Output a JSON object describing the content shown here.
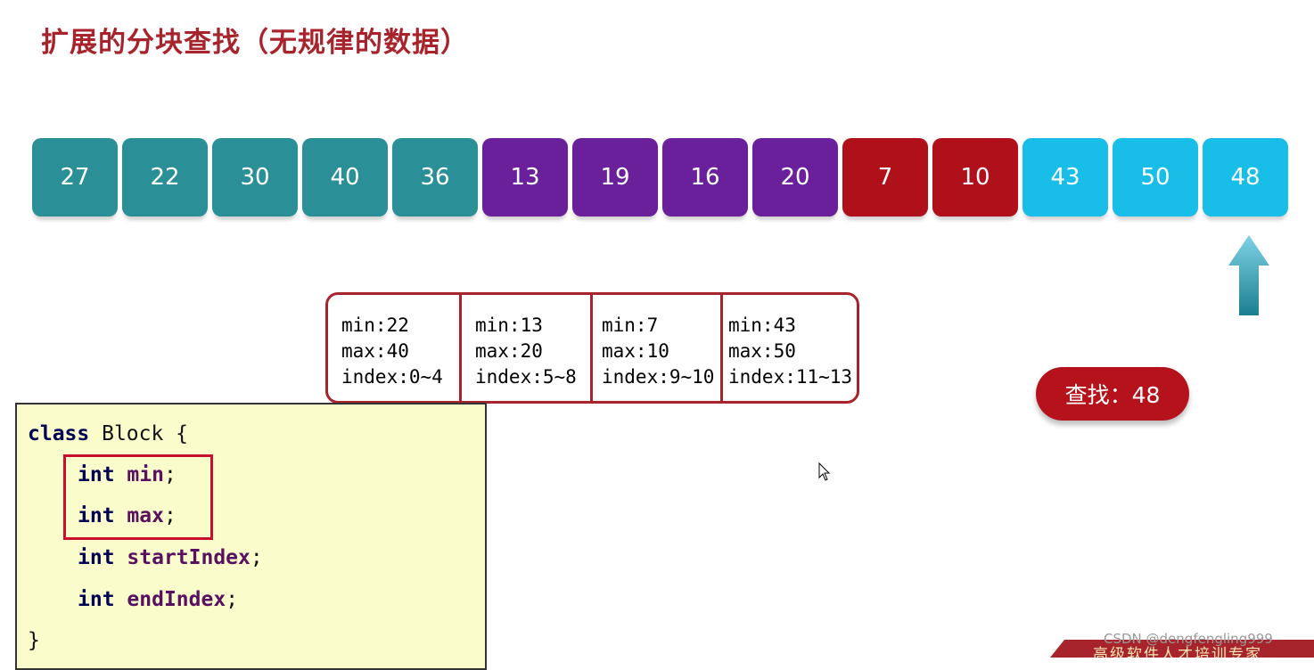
{
  "title": "扩展的分块查找（无规律的数据）",
  "colors": {
    "teal": "#2b8f98",
    "purple": "#6a209a",
    "red": "#b0101a",
    "cyan": "#18bde8",
    "accent": "#a8242c"
  },
  "array": [
    {
      "value": "27",
      "group": "teal"
    },
    {
      "value": "22",
      "group": "teal"
    },
    {
      "value": "30",
      "group": "teal"
    },
    {
      "value": "40",
      "group": "teal"
    },
    {
      "value": "36",
      "group": "teal"
    },
    {
      "value": "13",
      "group": "purple"
    },
    {
      "value": "19",
      "group": "purple"
    },
    {
      "value": "16",
      "group": "purple"
    },
    {
      "value": "20",
      "group": "purple"
    },
    {
      "value": "7",
      "group": "red"
    },
    {
      "value": "10",
      "group": "red"
    },
    {
      "value": "43",
      "group": "cyan"
    },
    {
      "value": "50",
      "group": "cyan"
    },
    {
      "value": "48",
      "group": "cyan"
    }
  ],
  "blocks": [
    {
      "min": "min:22",
      "max": "max:40",
      "index": "index:0~4"
    },
    {
      "min": "min:13",
      "max": "max:20",
      "index": "index:5~8"
    },
    {
      "min": "min:7",
      "max": "max:10",
      "index": "index:9~10"
    },
    {
      "min": "min:43",
      "max": "max:50",
      "index": "index:11~13"
    }
  ],
  "search_label": "查找：48",
  "code": {
    "class_kw": "class",
    "class_rest": " Block {",
    "int_kw": "int",
    "field_min": "min",
    "field_max": "max",
    "field_start": "startIndex",
    "field_end": "endIndex",
    "semicolon": ";",
    "close": "}"
  },
  "watermark": "CSDN @dengfengling999",
  "banner_text": "高级软件人才培训专家"
}
